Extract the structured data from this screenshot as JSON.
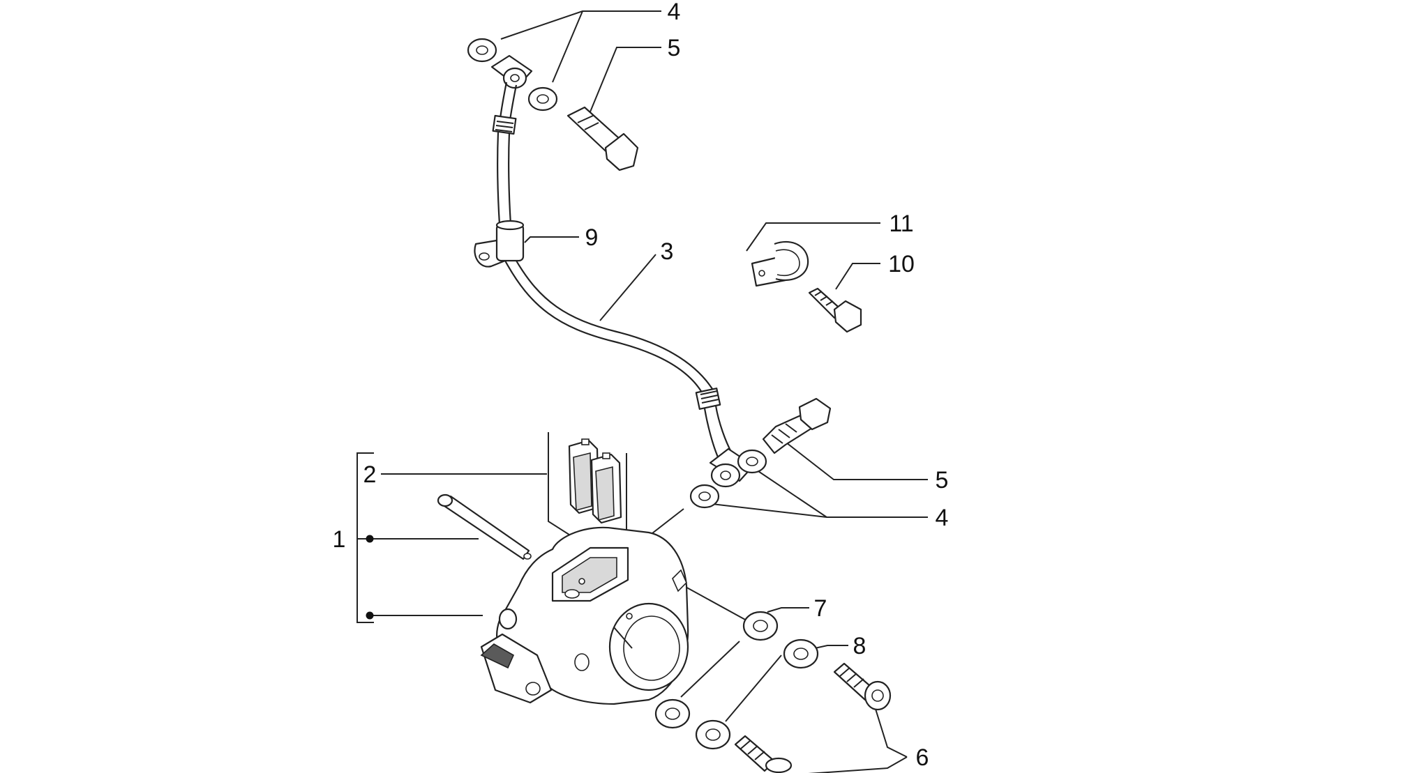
{
  "diagram": {
    "callouts": [
      {
        "id": "c4-top",
        "label": "4"
      },
      {
        "id": "c5-top",
        "label": "5"
      },
      {
        "id": "c9",
        "label": "9"
      },
      {
        "id": "c3",
        "label": "3"
      },
      {
        "id": "c11",
        "label": "11"
      },
      {
        "id": "c10",
        "label": "10"
      },
      {
        "id": "c2",
        "label": "2"
      },
      {
        "id": "c1",
        "label": "1"
      },
      {
        "id": "c5-mid",
        "label": "5"
      },
      {
        "id": "c4-mid",
        "label": "4"
      },
      {
        "id": "c7",
        "label": "7"
      },
      {
        "id": "c8",
        "label": "8"
      },
      {
        "id": "c6",
        "label": "6"
      }
    ]
  }
}
